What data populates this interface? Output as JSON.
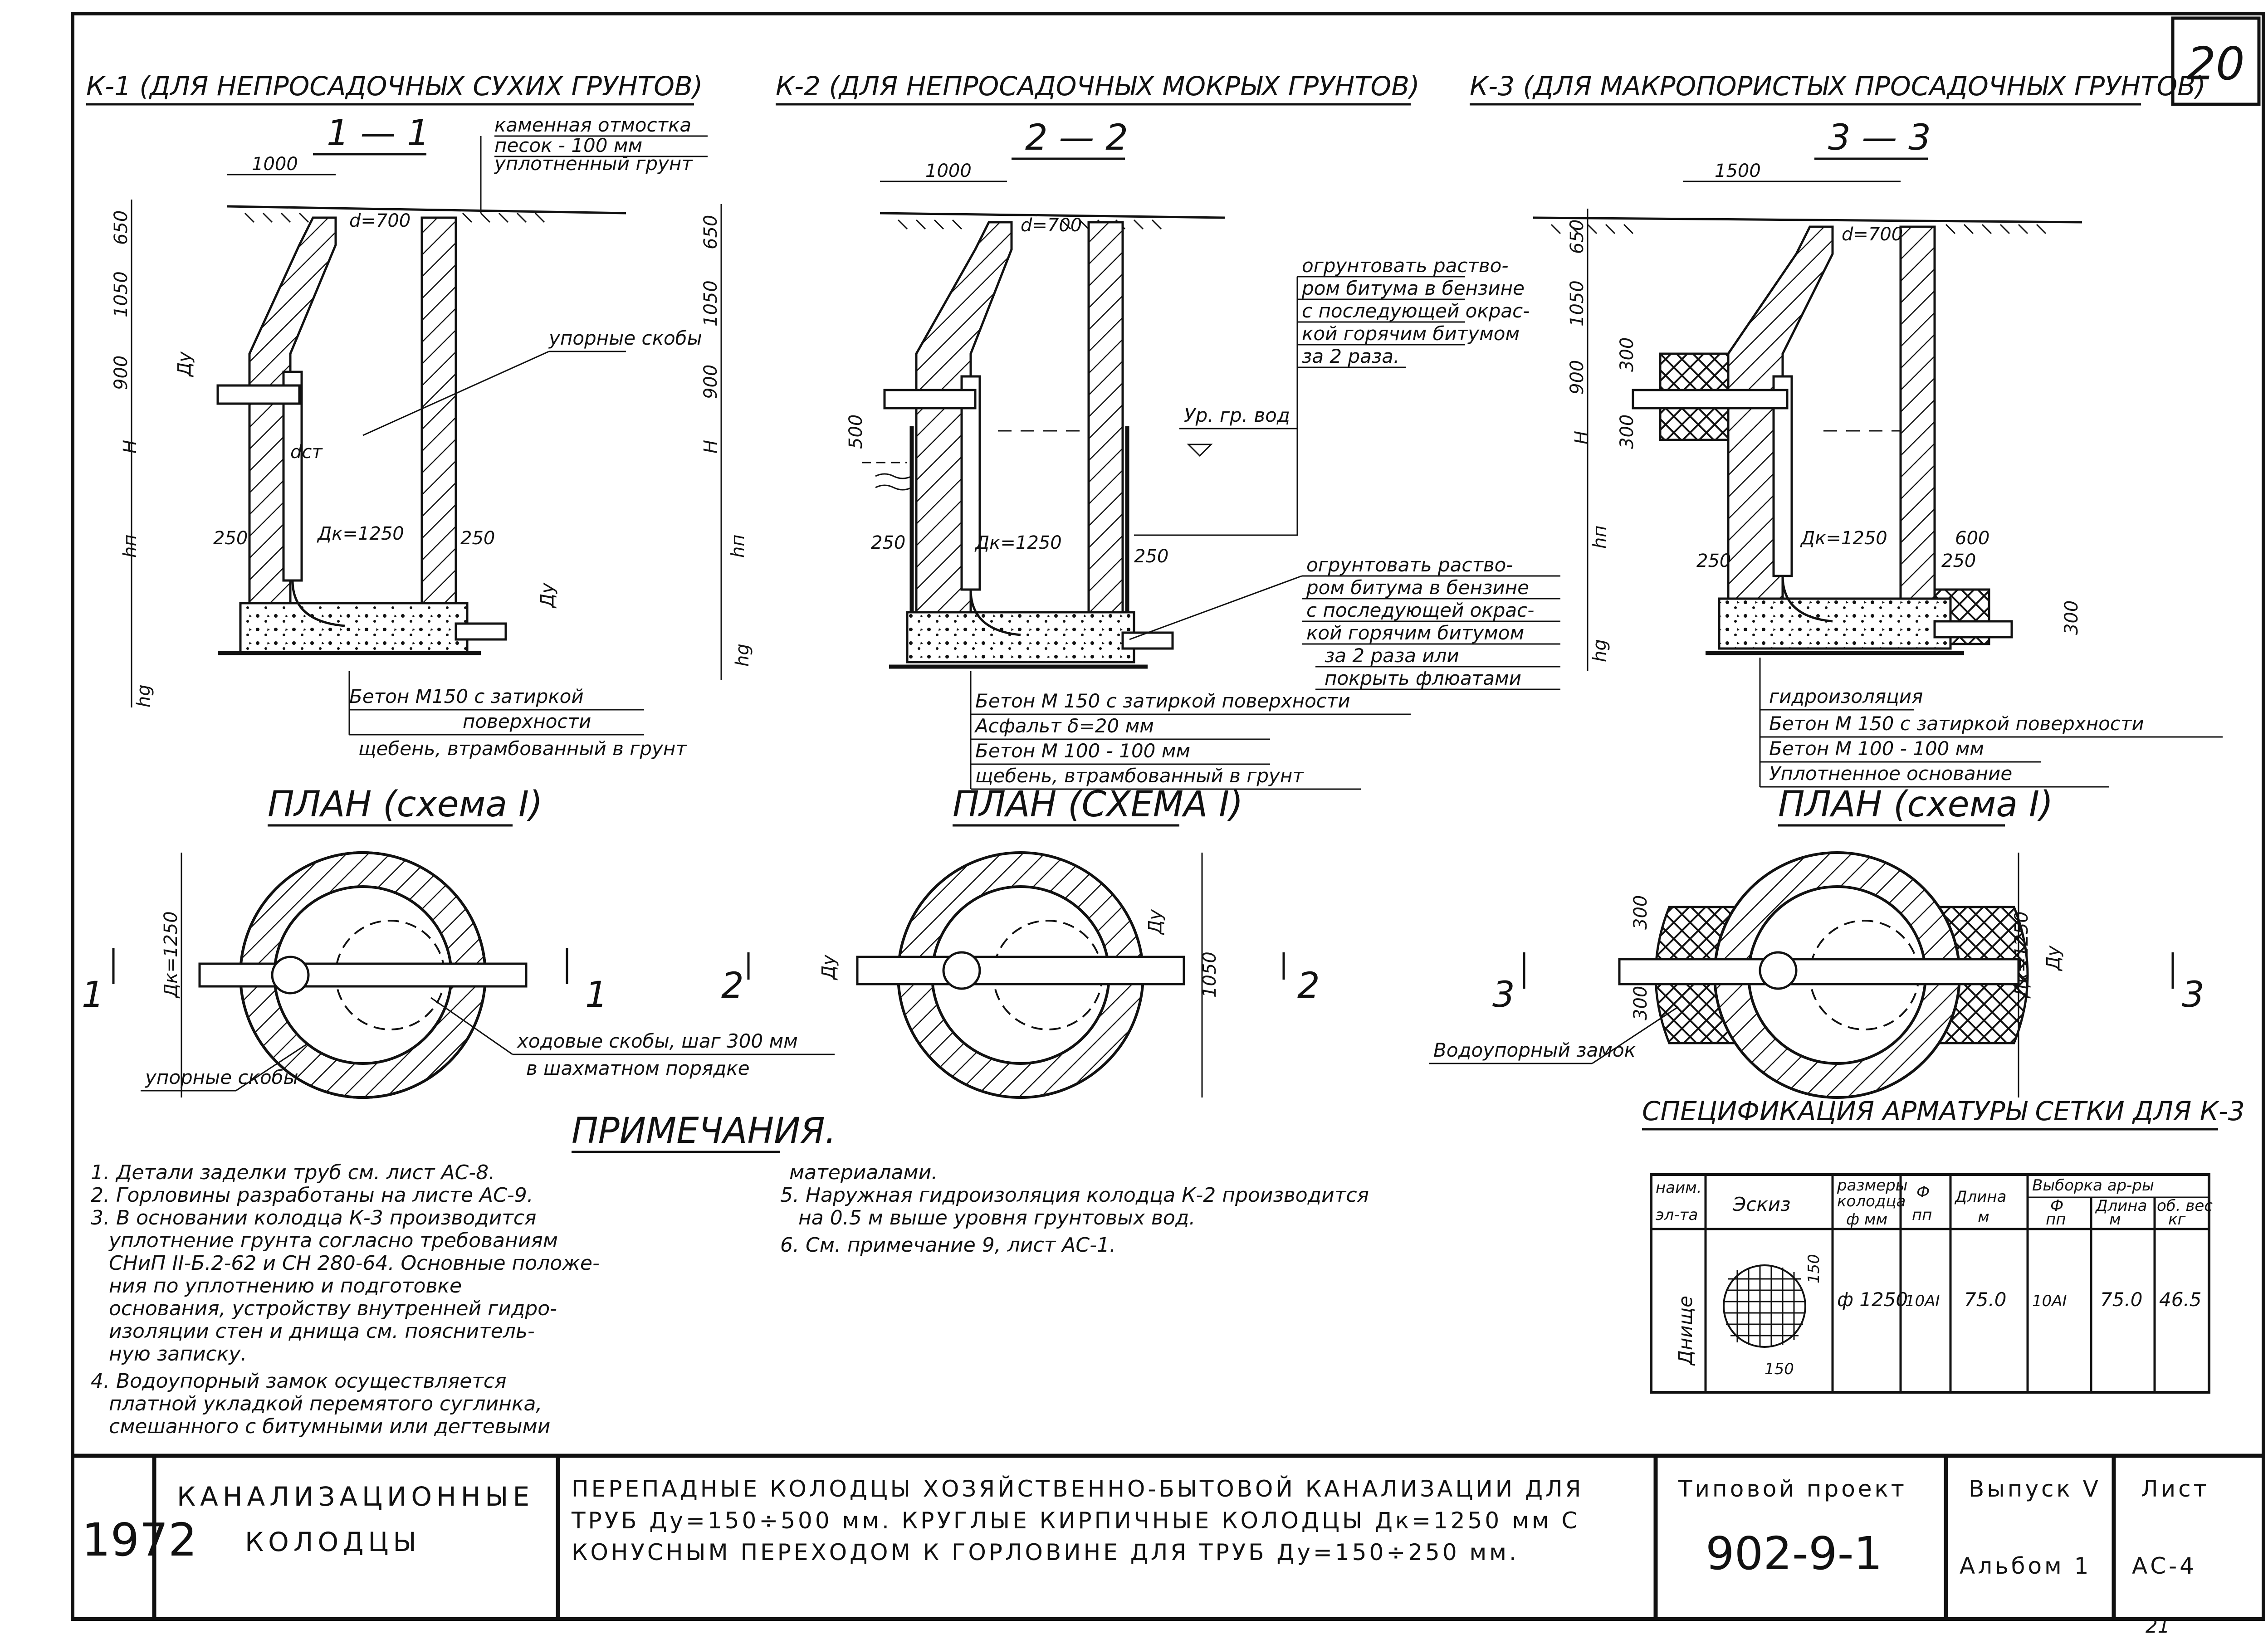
{
  "sheet_number": "20",
  "page_number_bottom": "21",
  "headers": [
    "К-1 (ДЛЯ НЕПРОСАДОЧНЫХ СУХИХ ГРУНТОВ)",
    "К-2 (ДЛЯ НЕПРОСАДОЧНЫХ МОКРЫХ ГРУНТОВ)",
    "К-3 (ДЛЯ МАКРОПОРИСТЫХ ПРОСАДОЧНЫХ ГРУНТОВ)"
  ],
  "sections": [
    "1 — 1",
    "2 — 2",
    "3 — 3"
  ],
  "dims": {
    "d1000": "1000",
    "d1500": "1500",
    "d650": "650",
    "d1050": "1050",
    "d900": "900",
    "d700": "d=700",
    "dy": "Ду",
    "H": "H",
    "hn": "hп",
    "hg": "hg",
    "dk1250": "Дк=1250",
    "d250": "250",
    "d500": "500",
    "d300": "300",
    "d600": "600",
    "dcm": "dcт",
    "dk_plan": "Дк=1250"
  },
  "labels": {
    "k1_layers": [
      "каменная отмостка",
      "песок - 100 мм",
      "уплотненный грунт"
    ],
    "k1_stops": "упорные скобы",
    "k1_base": [
      "Бетон М150 с затиркой",
      "поверхности",
      "щебень, втрамбованный в грунт"
    ],
    "k2_paint_top": [
      "огрунтовать раство-",
      "ром битума в бензине",
      "с последующей окрас-",
      "кой горячим битумом",
      "за 2 раза."
    ],
    "k2_water": "Ур. гр. вод",
    "k2_paint_bottom": [
      "огрунтовать раство-",
      "ром битума в бензине",
      "с последующей окрас-",
      "кой горячим битумом",
      "за 2 раза  или",
      "покрыть флюатами"
    ],
    "k2_base": [
      "Бетон М 150 с затиркой поверхности",
      "Асфальт δ=20 мм",
      "Бетон М 100 - 100 мм",
      "щебень, втрамбованный в грунт"
    ],
    "k3_base": [
      "гидроизоляция",
      "Бетон М 150 с затиркой поверхности",
      "Бетон М 100 - 100 мм",
      "Уплотненное основание"
    ],
    "plans": [
      "ПЛАН (схема I)",
      "ПЛАН (СХЕМА I)",
      "ПЛАН (схема I)"
    ],
    "step_stops": [
      "ходовые скобы, шаг 300 мм",
      "в шахматном порядке"
    ],
    "stop_brackets": "упорные скобы",
    "water_lock": "Водоупорный замок",
    "cut_marks": [
      "1",
      "1",
      "2",
      "2",
      "3",
      "3"
    ]
  },
  "notes_title": "ПРИМЕЧАНИЯ.",
  "notes_left": [
    "1. Детали заделки труб см. лист АС-8.",
    "2. Горловины разработаны на листе АС-9.",
    "3. В основании колодца К-3 производится",
    "уплотнение грунта согласно требованиям",
    "СНиП II-Б.2-62 и СН 280-64. Основные положе-",
    "ния по уплотнению и подготовке",
    "основания, устройству внутренней гидро-",
    "изоляции стен и днища см. пояснитель-",
    "ную записку.",
    "4. Водоупорный замок осуществляется",
    "платной укладкой перемятого суглинка,",
    "смешанного с битумными или дегтевыми"
  ],
  "notes_right": [
    "материалами.",
    "5. Наружная гидроизоляция колодца К-2 производится",
    "на 0.5 м выше уровня грунтовых вод.",
    "6. См. примечание 9, лист АС-1."
  ],
  "spec": {
    "title": "СПЕЦИФИКАЦИЯ АРМАТУРЫ СЕТКИ ДЛЯ К-3",
    "col_name": [
      "наим.",
      "эл-та"
    ],
    "col_sketch": "Эскиз",
    "col_size": [
      "размеры",
      "колодца",
      "ф мм"
    ],
    "col_phi": [
      "Ф",
      "пп"
    ],
    "col_len": [
      "Длина",
      "м"
    ],
    "col_sample": "Выборка ар-ры",
    "col_sample_phi": [
      "Ф",
      "пп"
    ],
    "col_sample_len": [
      "Длина",
      "м"
    ],
    "col_sample_wt": [
      "об. вес",
      "кг"
    ],
    "row_name": "Днище",
    "row_size": "ф 1250",
    "row_phi": "10АI",
    "row_len": "75.0",
    "row_sphi": "10АI",
    "row_slen": "75.0",
    "row_wt": "46.5",
    "sketch_dim1": "150",
    "sketch_dim2": "150"
  },
  "title_block": {
    "year": "1972",
    "group": [
      "КАНАЛИЗАЦИОННЫЕ",
      "КОЛОДЦЫ"
    ],
    "description": [
      "ПЕРЕПАДНЫЕ КОЛОДЦЫ ХОЗЯЙСТВЕННО-БЫТОВОЙ КАНАЛИЗАЦИИ ДЛЯ",
      "ТРУБ Ду=150÷500 мм. КРУГЛЫЕ КИРПИЧНЫЕ КОЛОДЦЫ Дк=1250 мм С",
      "КОНУСНЫМ ПЕРЕХОДОМ К ГОРЛОВИНЕ ДЛЯ ТРУБ Ду=150÷250 мм."
    ],
    "project_label": "Типовой проект",
    "project_number": "902-9-1",
    "issue_label": "Выпуск V",
    "album": "Альбом 1",
    "sheet_label": "Лист",
    "sheet_code": "АС-4"
  }
}
